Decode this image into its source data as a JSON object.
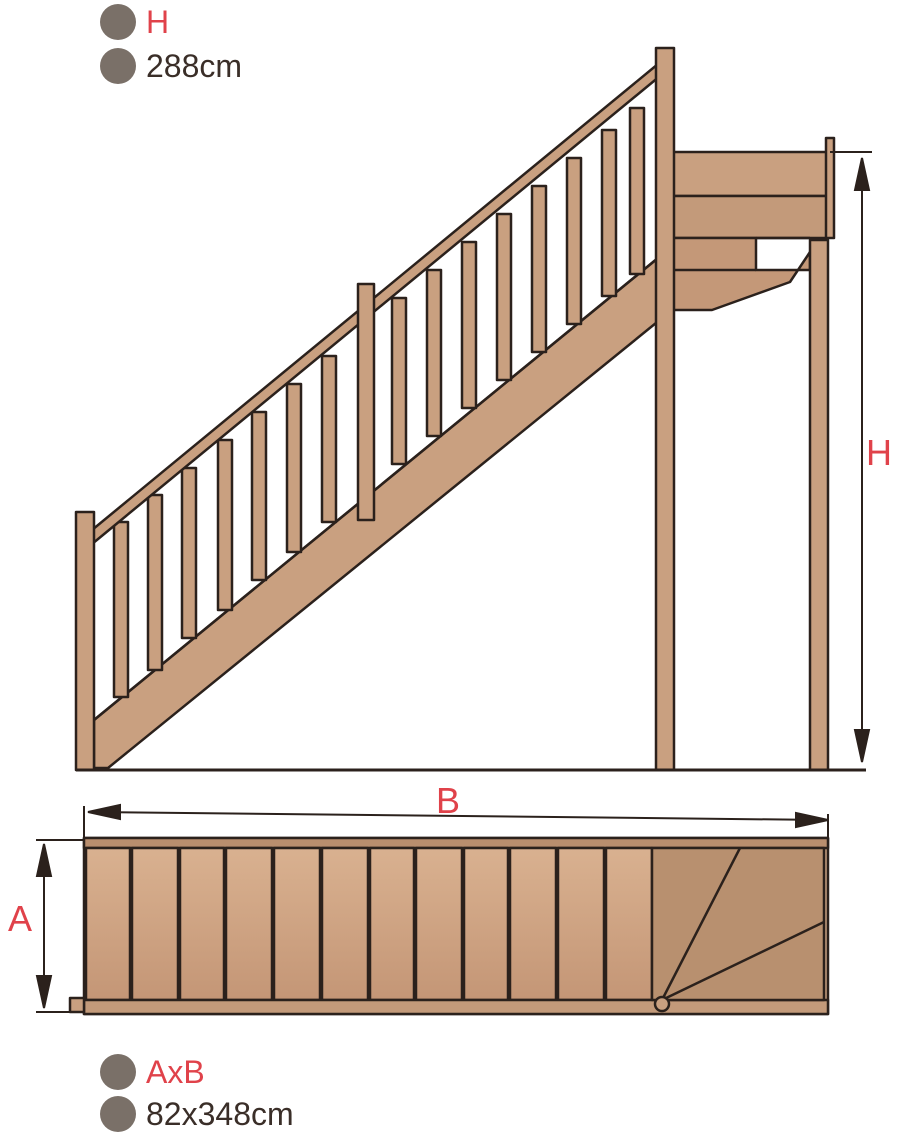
{
  "legend_top": {
    "symbol": "H",
    "value": "288cm"
  },
  "legend_bottom": {
    "symbol": "AxB",
    "value": "82x348cm"
  },
  "dimension_labels": {
    "height": "H",
    "length": "B",
    "width": "A"
  },
  "colors": {
    "wood": "#c9a080",
    "wood_light": "#d8b694",
    "outline": "#2b211c",
    "label_red": "#e0424a",
    "dot_grey": "#7a7068"
  }
}
